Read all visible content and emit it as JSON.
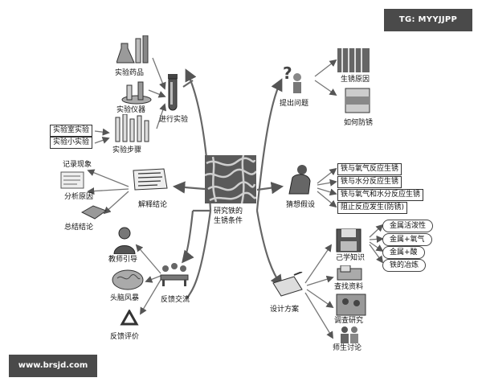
{
  "watermarks": {
    "top_right": "TG: MYYJJPP",
    "bottom_left": "www.brsjd.com"
  },
  "center": {
    "line1": "研究铁的",
    "line2": "生锈条件"
  },
  "left_top": {
    "branch": "进行实验",
    "items": [
      "实验药品",
      "实验仪器",
      "实验步骤"
    ],
    "boxes": [
      "实验室实验",
      "实验小实验"
    ]
  },
  "left_mid": {
    "branch": "解释结论",
    "items": [
      "记录现象",
      "分析原因",
      "总结结论"
    ]
  },
  "left_bottom": {
    "branch": "反馈交流",
    "items": [
      "教师引导",
      "头脑风暴",
      "反馈评价"
    ]
  },
  "right_top": {
    "branch": "提出问题",
    "items": [
      "生锈原因",
      "如何防锈"
    ]
  },
  "right_mid": {
    "branch": "猜想假设",
    "boxes": [
      "铁与氧气反应生锈",
      "铁与水分反应生锈",
      "铁与氧气和水分反应生锈",
      "阻止反应发生(防锈)"
    ]
  },
  "right_bottom": {
    "branch": "设计方案",
    "items": [
      "己学知识",
      "查找资料",
      "调查研究",
      "师生讨论"
    ],
    "ovals": [
      "金属活泼性",
      "金属+氧气",
      "金属+酸",
      "铁的冶炼"
    ]
  }
}
